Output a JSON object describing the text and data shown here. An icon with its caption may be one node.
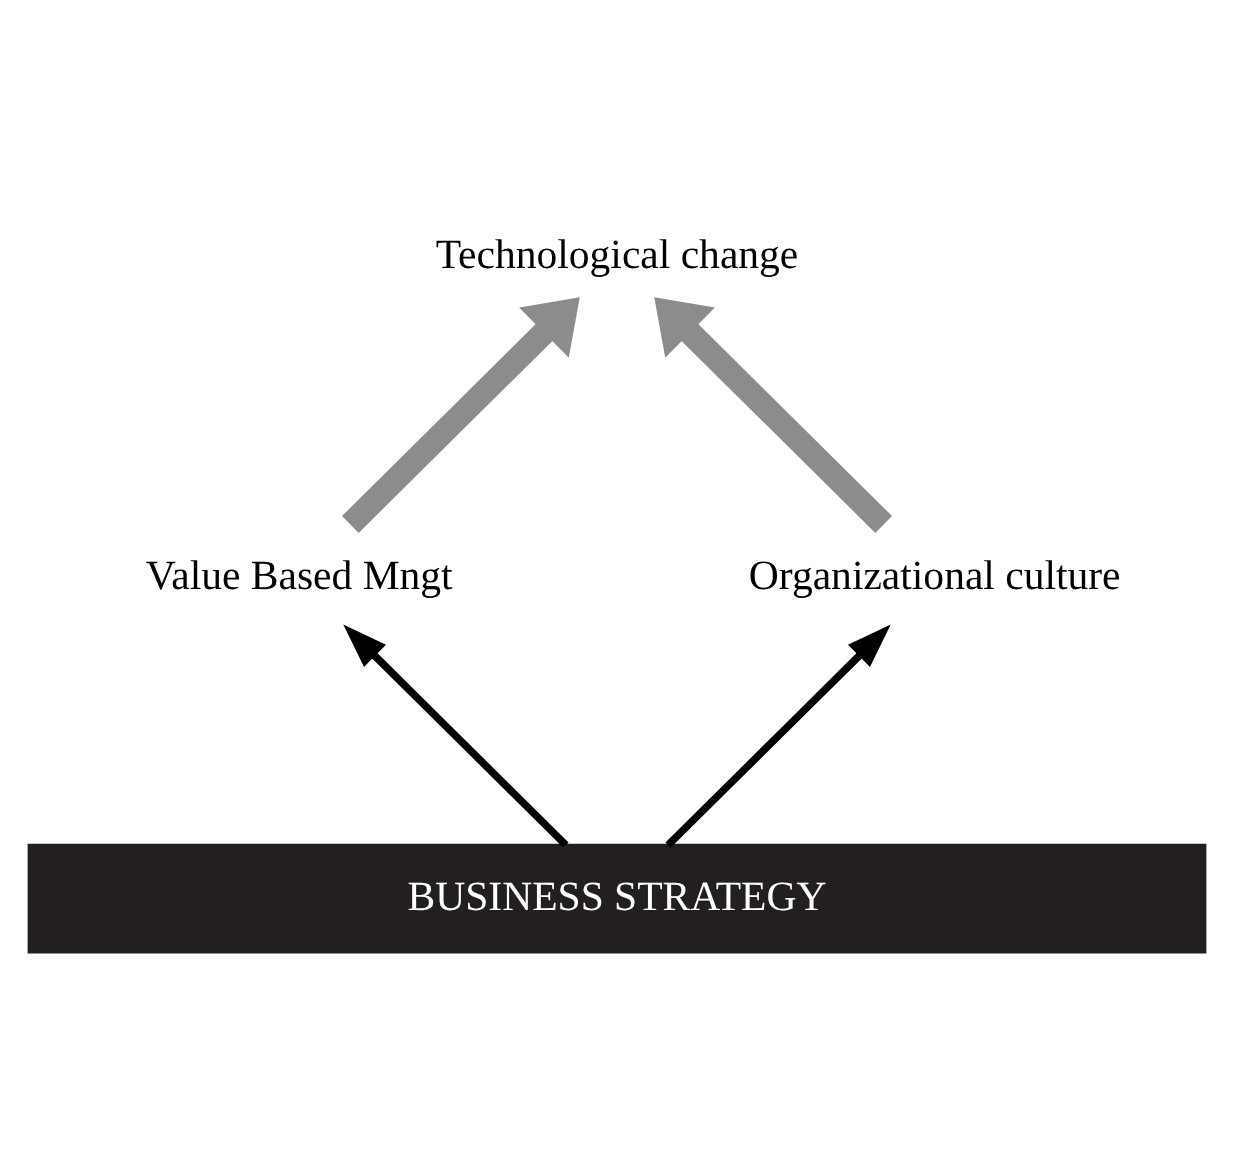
{
  "diagram": {
    "nodes": [
      {
        "text": [
          "Value Based Mngt"
        ]
      },
      {
        "text": [
          "Technological change"
        ]
      },
      {
        "text": [
          "Organizational culture"
        ]
      },
      {
        "text": [
          "BUSINESS STRATEGY"
        ]
      }
    ],
    "edges": [
      {
        "from": 0,
        "to": 1,
        "arrow": "to",
        "style": "thick",
        "color": "#8c8c8c"
      },
      {
        "from": 2,
        "to": 1,
        "arrow": "to",
        "style": "thick",
        "color": "#8c8c8c"
      },
      {
        "from": 3,
        "to": 0,
        "arrow": "to",
        "color": "#000000"
      },
      {
        "from": 3,
        "to": 2,
        "arrow": "to",
        "color": "#000000"
      }
    ]
  }
}
